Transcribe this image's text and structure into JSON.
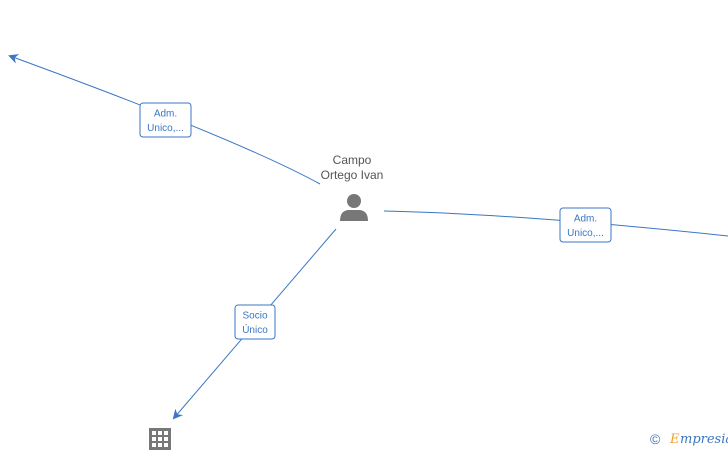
{
  "center_node": {
    "name_line1": "Campo",
    "name_line2": "Ortego Ivan",
    "icon": "person-icon"
  },
  "edges": [
    {
      "id": "edge-adm-unico-left",
      "label_line1": "Adm.",
      "label_line2": "Unico,..."
    },
    {
      "id": "edge-adm-unico-right",
      "label_line1": "Adm.",
      "label_line2": "Unico,..."
    },
    {
      "id": "edge-socio-unico",
      "label_line1": "Socio",
      "label_line2": "Único"
    }
  ],
  "company_node": {
    "icon": "building-icon"
  },
  "watermark": {
    "copyright_symbol": "©",
    "brand_initial": "E",
    "brand_rest": "mpresia",
    "brand_color": "#f0a22e",
    "text_color": "#3a76c4"
  },
  "colors": {
    "edge": "#3a76c4",
    "icon": "#777777"
  }
}
